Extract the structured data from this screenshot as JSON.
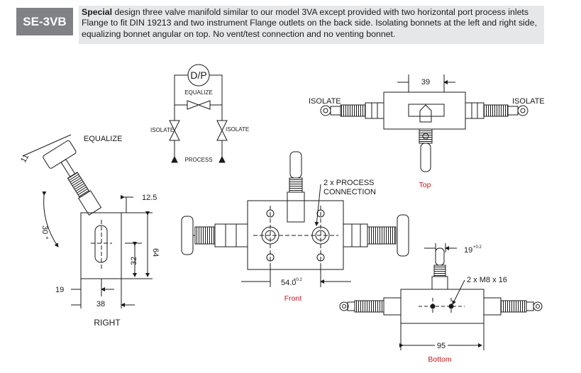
{
  "model_code": "SE-3VB",
  "description": {
    "lead": "Special",
    "text": " design three valve manifold similar to our model 3VA except provided with two horizontal port process inlets Flange to fit DIN 19213 and two instrument Flange outlets on the back side. Isolating bonnets at the left and right side, equalizing bonnet angular on top. No vent/test connection and no venting bonnet."
  },
  "schematic": {
    "dp": "D/P",
    "equalize": "EQUALIZE",
    "isolate_left": "ISOLATE",
    "isolate_right": "ISOLATE",
    "process": "PROCESS"
  },
  "right_view": {
    "equalize": "EQUALIZE",
    "dim_11": "11",
    "angle": "30 °",
    "dim_12_5": "12.5",
    "dim_64": "64",
    "dim_32": "32",
    "dim_19": "19",
    "dim_38": "38",
    "caption": "RIGHT"
  },
  "front_view": {
    "callout_line1": "2 x PROCESS",
    "callout_line2": "CONNECTION",
    "dim_54": "54.0",
    "tol_54": "+0.2",
    "caption": "Front"
  },
  "top_view": {
    "dim_39": "39",
    "isolate_left": "ISOLATE",
    "isolate_right": "ISOLATE",
    "caption": "Top"
  },
  "bottom_view": {
    "dim_19": "19",
    "tol_19": "+0.2",
    "thread": "2 x M8 x 16",
    "dim_95": "95",
    "caption": "Bottom"
  }
}
